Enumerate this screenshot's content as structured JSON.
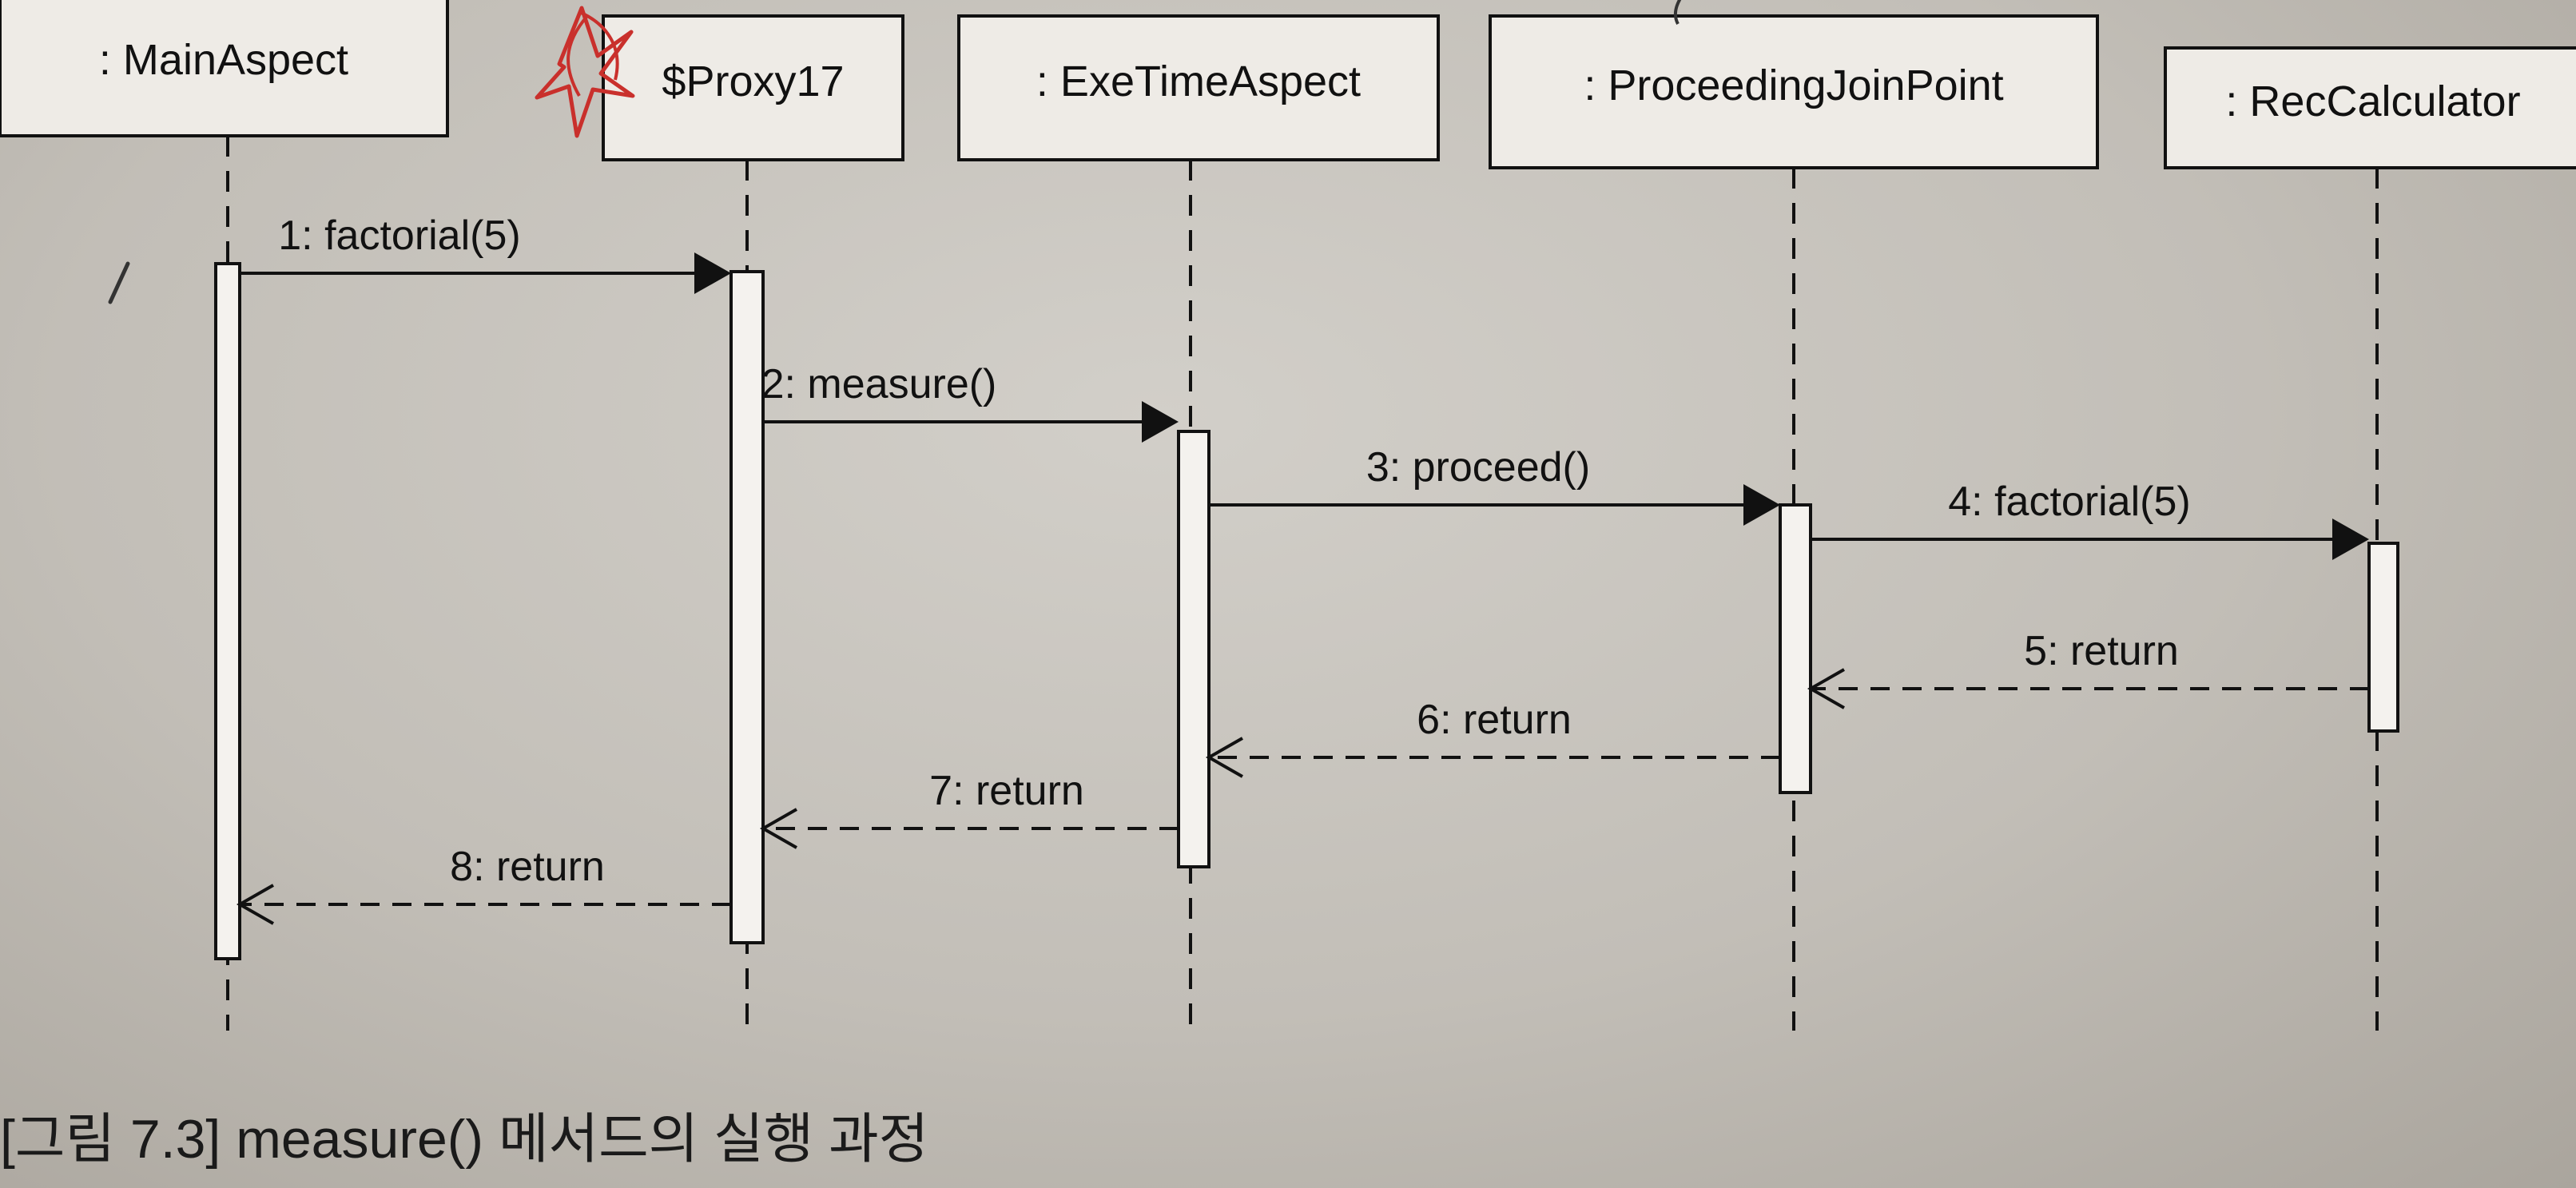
{
  "participants": [
    {
      "id": "main",
      "label": ": MainAspect"
    },
    {
      "id": "proxy",
      "label": "$Proxy17"
    },
    {
      "id": "exe",
      "label": ": ExeTimeAspect"
    },
    {
      "id": "pjp",
      "label": ": ProceedingJoinPoint"
    },
    {
      "id": "rec",
      "label": ": RecCalculator"
    }
  ],
  "messages": [
    {
      "from": "main",
      "to": "proxy",
      "label": "1: factorial(5)",
      "kind": "call"
    },
    {
      "from": "proxy",
      "to": "exe",
      "label": "2: measure()",
      "kind": "call"
    },
    {
      "from": "exe",
      "to": "pjp",
      "label": "3: proceed()",
      "kind": "call"
    },
    {
      "from": "pjp",
      "to": "rec",
      "label": "4: factorial(5)",
      "kind": "call"
    },
    {
      "from": "rec",
      "to": "pjp",
      "label": "5: return",
      "kind": "return"
    },
    {
      "from": "pjp",
      "to": "exe",
      "label": "6: return",
      "kind": "return"
    },
    {
      "from": "exe",
      "to": "proxy",
      "label": "7: return",
      "kind": "return"
    },
    {
      "from": "proxy",
      "to": "main",
      "label": "8: return",
      "kind": "return"
    }
  ],
  "caption": "[그림 7.3] measure() 메서드의 실행 과정",
  "colors": {
    "line": "#111111",
    "box_fill": "#eeebe6",
    "activation_fill": "#f4f2ee",
    "red_mark": "#c9302c"
  }
}
